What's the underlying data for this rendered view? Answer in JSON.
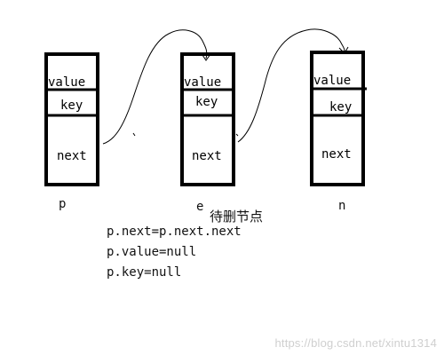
{
  "nodes": [
    {
      "id": "p",
      "fields": [
        "value",
        "key",
        "next"
      ],
      "name": "p"
    },
    {
      "id": "e",
      "fields": [
        "value",
        "key",
        "next"
      ],
      "name": "e"
    },
    {
      "id": "n",
      "fields": [
        "value",
        "key",
        "next"
      ],
      "name": "n"
    }
  ],
  "caption": "待删节点",
  "code_lines": [
    "p.next=p.next.next",
    "p.value=null",
    "p.key=null"
  ],
  "watermark": "https://blog.csdn.net/xintu1314",
  "colors": {
    "stroke": "#000000",
    "text": "#111111",
    "watermark": "#cfcfcf"
  }
}
